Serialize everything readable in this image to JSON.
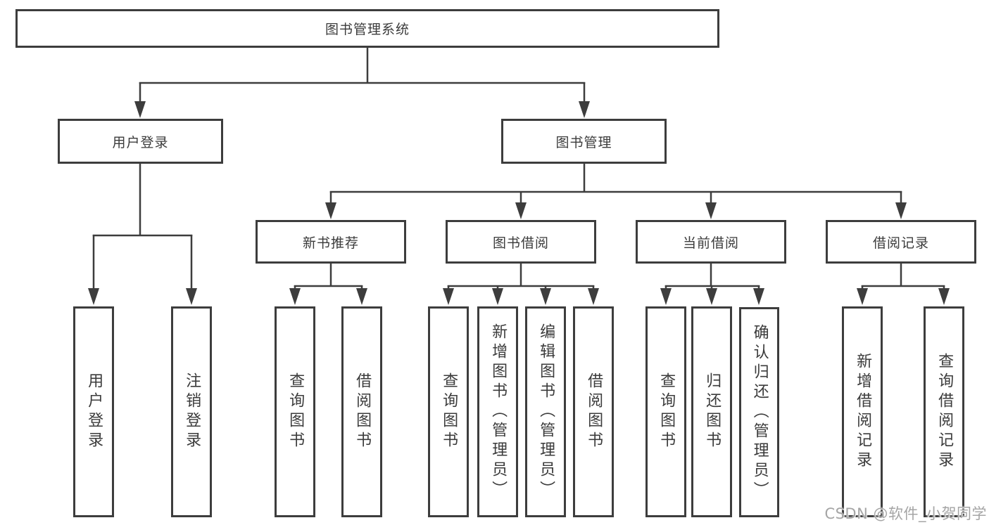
{
  "tree": {
    "root": "图书管理系统",
    "branches": [
      "用户登录",
      "图书管理"
    ],
    "sections": [
      "新书推荐",
      "图书借阅",
      "当前借阅",
      "借阅记录"
    ],
    "leaves": [
      [
        "用户登录",
        "注销登录"
      ],
      [
        "查询图书",
        "借阅图书"
      ],
      [
        "查询图书",
        "新增图书（管理员）",
        "编辑图书（管理员）",
        "借阅图书"
      ],
      [
        "查询图书",
        "归还图书",
        "确认归还（管理员）"
      ],
      [
        "新增借阅记录",
        "查询借阅记录"
      ]
    ]
  },
  "watermark": "CSDN @软件_小贺同学",
  "colors": {
    "line": "#3d3d3d",
    "text": "#3b3b3b",
    "box_background": "#ffffff",
    "page_background": "#ffffff",
    "watermark": "#a5a5a5"
  }
}
